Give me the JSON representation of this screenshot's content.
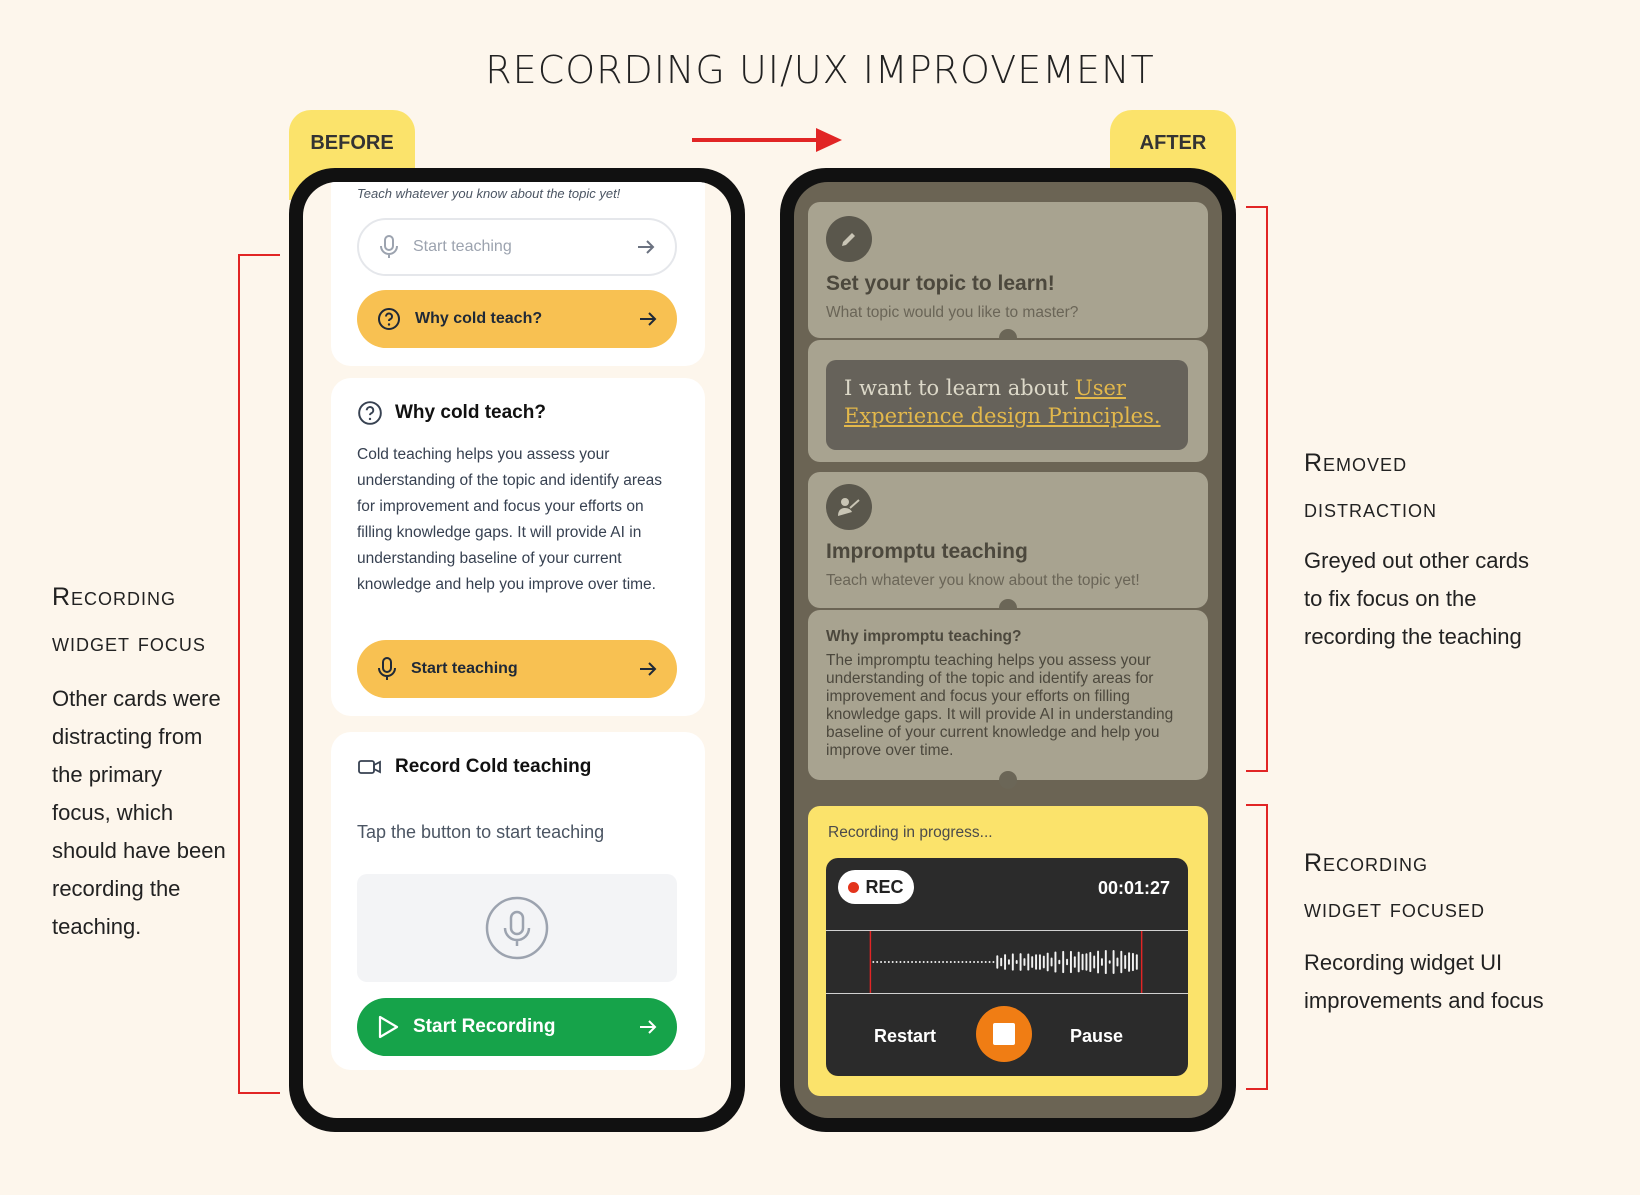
{
  "title": "RECORDING UI/UX IMPROVEMENT",
  "tabs": {
    "before": "BEFORE",
    "after": "AFTER"
  },
  "before": {
    "cropped_text": "Teach whatever you know about the topic yet!",
    "start_teaching_input": "Start teaching",
    "why_cold_button": "Why cold teach?",
    "why_card": {
      "title": "Why cold teach?",
      "body": "Cold teaching helps you assess your understanding of the topic and identify areas for improvement and focus your efforts on filling knowledge gaps. It will provide AI in understanding baseline of your current knowledge and help you improve over time.",
      "button": "Start teaching"
    },
    "record_card": {
      "title": "Record Cold teaching",
      "subtitle": "Tap the button to start teaching",
      "button": "Start Recording"
    }
  },
  "after": {
    "topic_card": {
      "title": "Set your topic to learn!",
      "subtitle": "What topic would you like to master?",
      "learn_prefix": "I want to learn about ",
      "learn_topic": "User Experience design Principles."
    },
    "impromptu_card": {
      "title": "Impromptu teaching",
      "subtitle": "Teach whatever you know about the topic yet!",
      "why_title": "Why impromptu teaching?",
      "why_body": "The impromptu teaching helps you assess your understanding of the topic and identify areas for improvement and focus your efforts on filling knowledge gaps. It will provide AI in understanding baseline of your current knowledge and help you improve over time."
    },
    "recording": {
      "status": "Recording in progress...",
      "badge": "REC",
      "timer": "00:01:27",
      "restart": "Restart",
      "pause": "Pause"
    }
  },
  "notes": {
    "left": {
      "heading1": "Recording",
      "heading2": "widget focus",
      "body": [
        "Other cards were",
        "distracting from",
        "the primary",
        "focus, which",
        "should have been",
        "recording the",
        "teaching."
      ]
    },
    "right_top": {
      "heading1": "Removed",
      "heading2": "distraction",
      "body": [
        "Greyed out other cards",
        "to fix focus on the",
        "recording the teaching"
      ]
    },
    "right_bottom": {
      "heading1": "Recording",
      "heading2": "widget focused",
      "body": [
        "Recording widget UI",
        "improvements and focus"
      ]
    }
  },
  "colors": {
    "accent_yellow": "#fbe36b",
    "button_yellow": "#f8c152",
    "green": "#16a34a",
    "red": "#e12525",
    "orange": "#f07d14"
  }
}
